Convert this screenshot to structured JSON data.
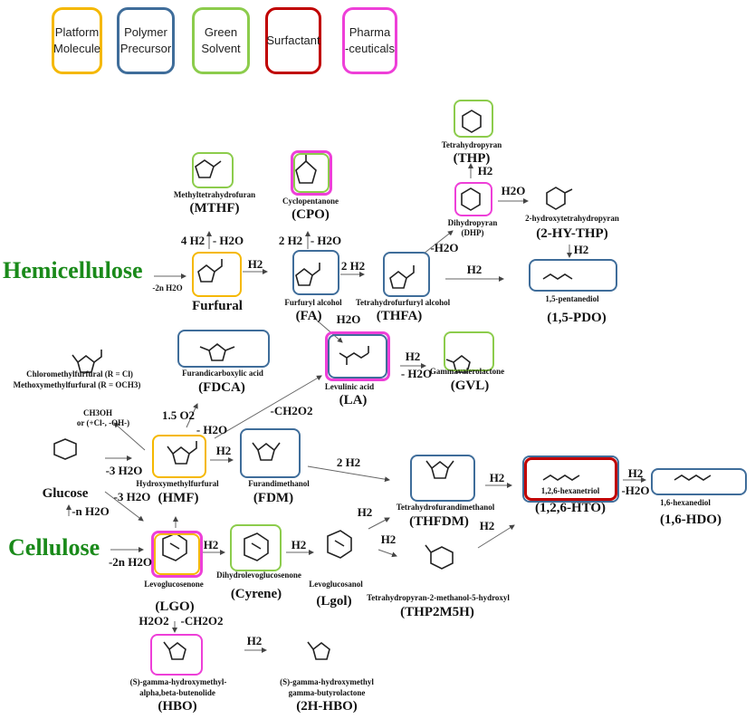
{
  "legend": [
    {
      "label_l1": "Platform",
      "label_l2": "Molecule",
      "color": "#f5b800"
    },
    {
      "label_l1": "Polymer",
      "label_l2": "Precursor",
      "color": "#3f6d9a"
    },
    {
      "label_l1": "Green",
      "label_l2": "Solvent",
      "color": "#8ccc4c"
    },
    {
      "label_l1": "Surfactant",
      "label_l2": "",
      "color": "#c00000"
    },
    {
      "label_l1": "Pharma",
      "label_l2": "-ceuticals",
      "color": "#ee3fd8"
    }
  ],
  "sources": {
    "hemicellulose": "Hemicellulose",
    "cellulose": "Cellulose"
  },
  "molecules": {
    "thp": {
      "name": "Tetrahydropyran",
      "abbr": "(THP)"
    },
    "mthf": {
      "name": "Methyltetrahydrofuran",
      "abbr": "(MTHF)"
    },
    "cpo": {
      "name": "Cyclopentanone",
      "abbr": "(CPO)"
    },
    "dhp": {
      "name": "Dihydropyran",
      "abbr": "(DHP)"
    },
    "hythp": {
      "name": "2-hydroxytetrahydropyran",
      "abbr": "(2-HY-THP)"
    },
    "furfural": {
      "name": "Furfural",
      "abbr": ""
    },
    "fa": {
      "name": "Furfuryl alcohol",
      "abbr": "(FA)"
    },
    "thfa": {
      "name": "Tetrahydrofurfuryl alcohol",
      "abbr": "(THFA)"
    },
    "pdo": {
      "name": "1,5-pentanediol",
      "abbr": "(1,5-PDO)"
    },
    "cmf": {
      "name": "Chloromethylfurfural (R = Cl)",
      "name2": "Methoxymethylfurfural (R = OCH3)"
    },
    "fdca": {
      "name": "Furandicarboxylic acid",
      "abbr": "(FDCA)"
    },
    "la": {
      "name": "Levulinic acid",
      "abbr": "(LA)"
    },
    "gvl": {
      "name": "Gammavalerolactone",
      "abbr": "(GVL)"
    },
    "glucose": {
      "name": "Glucose"
    },
    "hmf": {
      "name": "Hydroxymethylfurfural",
      "abbr": "(HMF)"
    },
    "fdm": {
      "name": "Furandimethanol",
      "abbr": "(FDM)"
    },
    "thfdm": {
      "name": "Tetrahydrofurandimethanol",
      "abbr": "(THFDM)"
    },
    "hto": {
      "name": "1,2,6-hexanetriol",
      "abbr": "(1,2,6-HTO)"
    },
    "hdo": {
      "name": "1,6-hexanediol",
      "abbr": "(1,6-HDO)"
    },
    "lgo": {
      "name": "Levoglucosenone",
      "abbr": "(LGO)"
    },
    "cyrene": {
      "name": "Dihydrolevoglucosenone",
      "abbr": "(Cyrene)"
    },
    "lgol": {
      "name": "Levoglucosanol",
      "abbr": "(Lgol)"
    },
    "thp2m5h": {
      "name": "Tetrahydropyran-2-methanol-5-hydroxyl",
      "abbr": "(THP2M5H)"
    },
    "hbo": {
      "name": "(S)-gamma-hydroxymethyl-",
      "name2": "alpha,beta-butenolide",
      "abbr": "(HBO)"
    },
    "hhbo": {
      "name": "(S)-gamma-hydroxymethyl",
      "name2": "gamma-butyrolactone",
      "abbr": "(2H-HBO)"
    }
  },
  "reactions": {
    "hemi_to_furfural": "-2n H2O",
    "furfural_to_mthf": "4 H2",
    "furfural_to_mthf_b": "- H2O",
    "fa_to_cpo": "2 H2",
    "fa_to_cpo_b": "- H2O",
    "furfural_to_fa": "H2",
    "fa_to_thfa": "2 H2",
    "fa_to_la": "H2O",
    "thfa_to_dhp": "-H2O",
    "thfa_to_pdo": "H2",
    "dhp_to_thp": "H2",
    "dhp_to_hythp": "H2O",
    "hythp_to_pdo": "H2",
    "la_to_gvl": "H2",
    "la_to_gvl_b": "- H2O",
    "hmf_to_cmf": "CH3OH",
    "hmf_to_cmf_b": "or (+Cl-, -OH-)",
    "hmf_to_fdca": "1.5 O2",
    "hmf_to_fdca_b": "- H2O",
    "hmf_to_la": "-CH2O2",
    "glucose_to_hmf": "-3 H2O",
    "glucose_to_lgo": "-3 H2O",
    "cell_to_glucose": "-n H2O",
    "hmf_to_fdm": "H2",
    "fdm_to_thfdm": "2 H2",
    "thfdm_to_hto": "H2",
    "hto_to_hdo": "H2",
    "hto_to_hdo_b": "-H2O",
    "cell_to_lgo": "-2n H2O",
    "lgo_to_cyrene": "H2",
    "cyrene_to_lgol": "H2",
    "lgol_to_thfdm": "H2",
    "lgol_to_thp2m5h": "H2",
    "thp2m5h_to_hto": "H2",
    "lgo_to_hbo": "H2O2",
    "lgo_to_hbo_b": "-CH2O2",
    "hbo_to_hhbo": "H2"
  }
}
